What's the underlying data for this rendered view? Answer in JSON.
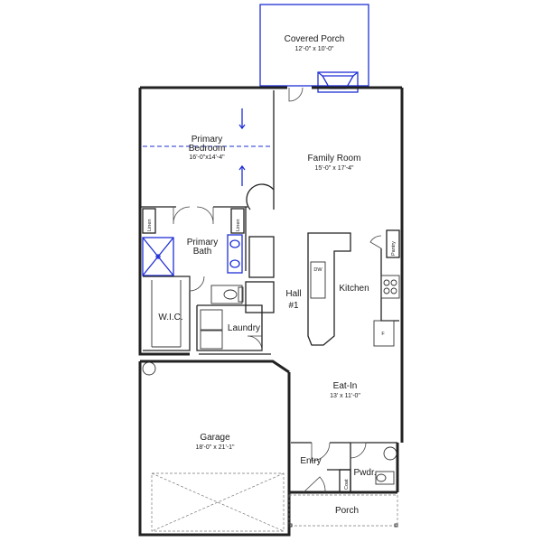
{
  "rooms": {
    "covered_porch": {
      "name": "Covered Porch",
      "dims": "12'-0\" x 10'-0\""
    },
    "primary_bedroom": {
      "name_line1": "Primary",
      "name_line2": "Bedroom",
      "dims": "16'-0\"x14'-4\""
    },
    "family_room": {
      "name": "Family Room",
      "dims": "15'-0\" x 17'-4\""
    },
    "primary_bath": {
      "name_line1": "Primary",
      "name_line2": "Bath"
    },
    "linen_left": {
      "name": "Linen"
    },
    "linen_right": {
      "name": "Linen"
    },
    "pantry": {
      "name": "Pantry"
    },
    "dw": {
      "name": "DW"
    },
    "kitchen": {
      "name": "Kitchen"
    },
    "hall": {
      "name_line1": "Hall",
      "name_line2": "#1"
    },
    "wic": {
      "name": "W.I.C."
    },
    "laundry": {
      "name": "Laundry"
    },
    "eat_in": {
      "name": "Eat-In",
      "dims": "13' x 11'-0\""
    },
    "garage": {
      "name": "Garage",
      "dims": "18'-0\" x 21'-1\""
    },
    "entry": {
      "name": "Entry"
    },
    "powder": {
      "name": "Pwdr."
    },
    "coat": {
      "name": "Coat"
    },
    "porch": {
      "name": "Porch"
    },
    "fridge": {
      "name": "F"
    }
  },
  "colors": {
    "walls": "#222222",
    "fixtures": "#1f2fd6",
    "background": "#ffffff"
  }
}
